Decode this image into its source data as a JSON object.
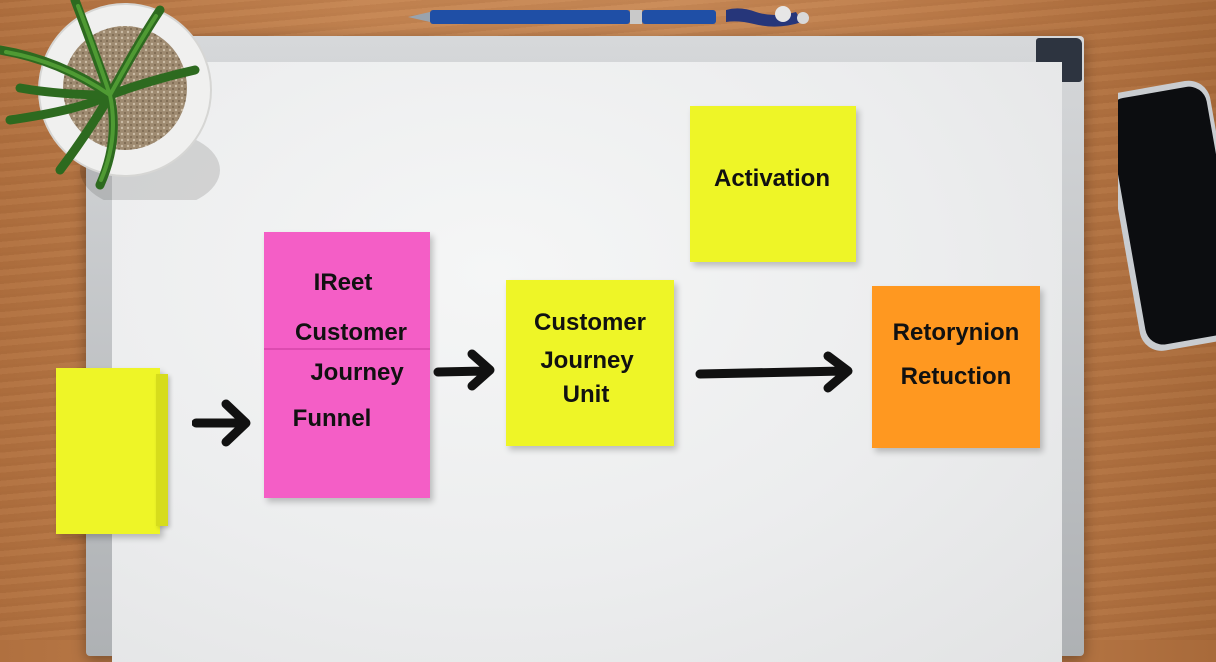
{
  "notes": {
    "funnel": {
      "line1": "IReet",
      "line2": "Customer",
      "line3": "Journey",
      "line4": "Funnel"
    },
    "unit": {
      "line1": "Customer",
      "line2": "Journey",
      "line3": "Unit"
    },
    "activation": {
      "line1": "Activation"
    },
    "retention": {
      "line1": "Retorynion",
      "line2": "Retuction"
    }
  },
  "colors": {
    "yellow": "#eef527",
    "pink": "#f45ec6",
    "orange": "#ff9820",
    "arrow": "#111111"
  }
}
